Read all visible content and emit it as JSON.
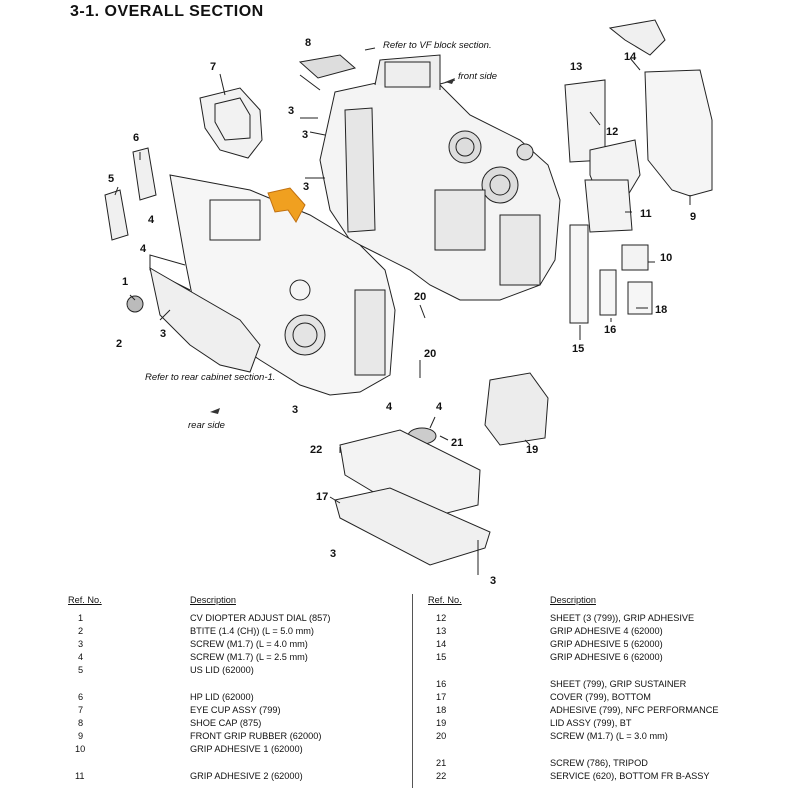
{
  "section_title": "3-1.  OVERALL  SECTION",
  "notes": {
    "vf_block": "Refer to VF block section.",
    "front_side": "front side",
    "rear_cabinet": "Refer to rear cabinet section-1.",
    "rear_side": "rear side"
  },
  "callouts": [
    "1",
    "2",
    "3",
    "3",
    "3",
    "3",
    "3",
    "3",
    "3",
    "4",
    "4",
    "4",
    "4",
    "5",
    "6",
    "7",
    "8",
    "9",
    "10",
    "11",
    "12",
    "13",
    "14",
    "15",
    "16",
    "17",
    "18",
    "19",
    "20",
    "20",
    "21",
    "22"
  ],
  "table_headers": {
    "ref_no": "Ref. No.",
    "description": "Description"
  },
  "parts_left": [
    {
      "ref": "1",
      "desc": "CV DIOPTER ADJUST DIAL (857)"
    },
    {
      "ref": "2",
      "desc": "BTITE (1.4 (CH)) (L = 5.0 mm)"
    },
    {
      "ref": "3",
      "desc": "SCREW (M1.7) (L = 4.0 mm)"
    },
    {
      "ref": "4",
      "desc": "SCREW (M1.7) (L = 2.5 mm)"
    },
    {
      "ref": "5",
      "desc": "US LID (62000)"
    },
    {
      "ref": "6",
      "desc": "HP LID (62000)"
    },
    {
      "ref": "7",
      "desc": "EYE CUP ASSY (799)"
    },
    {
      "ref": "8",
      "desc": "SHOE CAP (875)"
    },
    {
      "ref": "9",
      "desc": "FRONT GRIP RUBBER (62000)"
    },
    {
      "ref": "10",
      "desc": "GRIP ADHESIVE 1 (62000)"
    },
    {
      "ref": "11",
      "desc": "GRIP ADHESIVE 2 (62000)"
    }
  ],
  "parts_right": [
    {
      "ref": "12",
      "desc": "SHEET (3 (799)), GRIP ADHESIVE"
    },
    {
      "ref": "13",
      "desc": "GRIP ADHESIVE 4 (62000)"
    },
    {
      "ref": "14",
      "desc": "GRIP ADHESIVE 5 (62000)"
    },
    {
      "ref": "15",
      "desc": "GRIP ADHESIVE 6 (62000)"
    },
    {
      "ref": "16",
      "desc": "SHEET (799), GRIP SUSTAINER"
    },
    {
      "ref": "17",
      "desc": "COVER (799), BOTTOM"
    },
    {
      "ref": "18",
      "desc": "ADHESIVE (799), NFC PERFORMANCE"
    },
    {
      "ref": "19",
      "desc": "LID ASSY (799), BT"
    },
    {
      "ref": "20",
      "desc": "SCREW (M1.7) (L = 3.0 mm)"
    },
    {
      "ref": "21",
      "desc": "SCREW (786), TRIPOD"
    },
    {
      "ref": "22",
      "desc": "SERVICE (620), BOTTOM FR B-ASSY"
    }
  ],
  "colors": {
    "highlight_part": "#f0a020",
    "line": "#222222"
  }
}
